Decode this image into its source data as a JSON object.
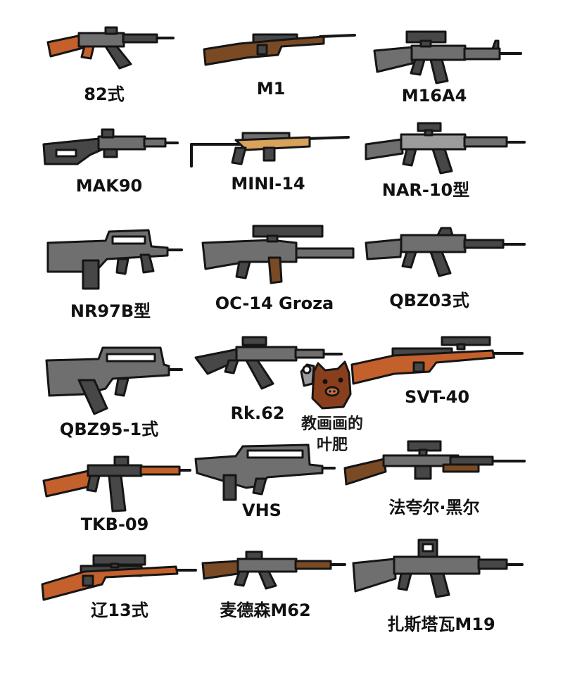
{
  "guns": [
    {
      "label": "82式"
    },
    {
      "label": "M1"
    },
    {
      "label": "M16A4"
    },
    {
      "label": "MAK90"
    },
    {
      "label": "MINI-14"
    },
    {
      "label": "NAR-10型"
    },
    {
      "label": "NR97B型"
    },
    {
      "label": "OC-14 Groza"
    },
    {
      "label": "QBZ03式"
    },
    {
      "label": "QBZ95-1式"
    },
    {
      "label": "Rk.62"
    },
    {
      "label": "SVT-40"
    },
    {
      "label": "TKB-09"
    },
    {
      "label": "VHS"
    },
    {
      "label": "法夸尔·黑尔"
    },
    {
      "label": "辽13式"
    },
    {
      "label": "麦德森M62"
    },
    {
      "label": "扎斯塔瓦M19"
    }
  ],
  "logo": {
    "line1": "教画画的",
    "line2": "叶肥"
  },
  "colors": {
    "metal": "#6f6f6f",
    "metal_dark": "#474747",
    "wood_orange": "#c4602c",
    "wood_brown": "#7a4a24",
    "wood_tan": "#d9a25b",
    "outline": "#151515"
  }
}
